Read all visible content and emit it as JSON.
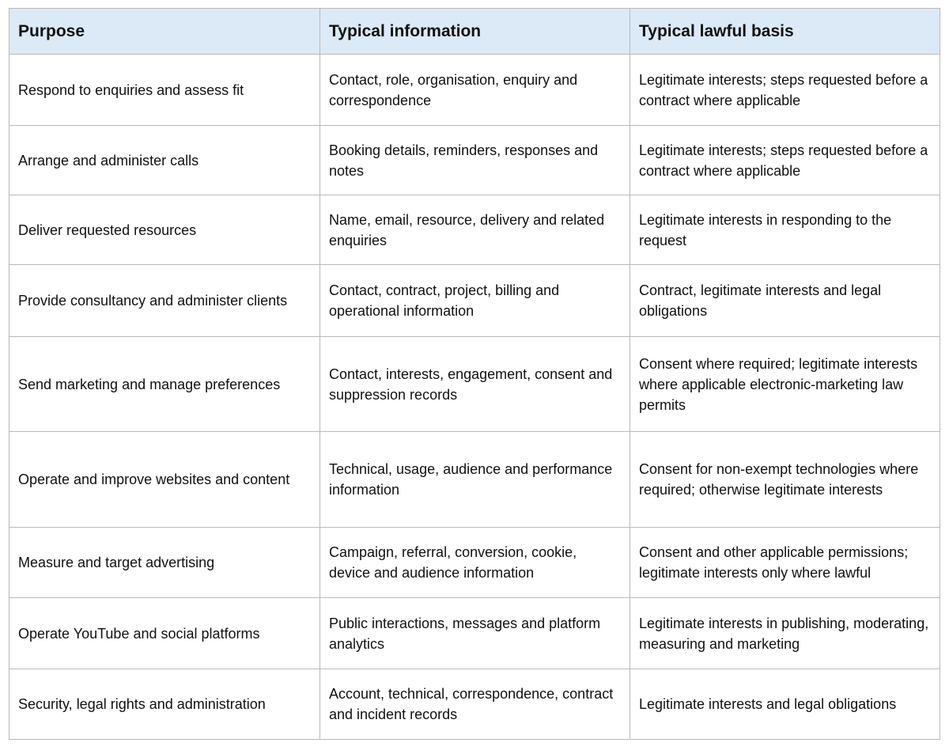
{
  "table": {
    "headers": {
      "purpose": "Purpose",
      "information": "Typical information",
      "basis": "Typical lawful basis"
    },
    "rows": [
      {
        "purpose": "Respond to enquiries and assess fit",
        "information": "Contact, role, organisation, enquiry and correspondence",
        "basis": "Legitimate interests; steps requested before a contract where applicable"
      },
      {
        "purpose": "Arrange and administer calls",
        "information": "Booking details, reminders, responses and notes",
        "basis": "Legitimate interests; steps requested before a contract where applicable"
      },
      {
        "purpose": "Deliver requested resources",
        "information": "Name, email, resource, delivery and related enquiries",
        "basis": "Legitimate interests in responding to the request"
      },
      {
        "purpose": "Provide consultancy and administer clients",
        "information": "Contact, contract, project, billing and operational information",
        "basis": "Contract, legitimate interests and legal obligations"
      },
      {
        "purpose": "Send marketing and manage preferences",
        "information": "Contact, interests, engagement, consent and suppression records",
        "basis": "Consent where required; legitimate interests where applicable electronic-marketing law permits"
      },
      {
        "purpose": "Operate and improve websites and content",
        "information": "Technical, usage, audience and performance information",
        "basis": "Consent for non-exempt technologies where required; otherwise legitimate interests"
      },
      {
        "purpose": "Measure and target advertising",
        "information": "Campaign, referral, conversion, cookie, device and audience information",
        "basis": "Consent and other applicable permissions; legitimate interests only where lawful"
      },
      {
        "purpose": "Operate YouTube and social platforms",
        "information": "Public interactions, messages and platform analytics",
        "basis": "Legitimate interests in publishing, moderating, measuring and marketing"
      },
      {
        "purpose": "Security, legal rights and administration",
        "information": "Account, technical, correspondence, contract and incident records",
        "basis": "Legitimate interests and legal obligations"
      }
    ]
  }
}
